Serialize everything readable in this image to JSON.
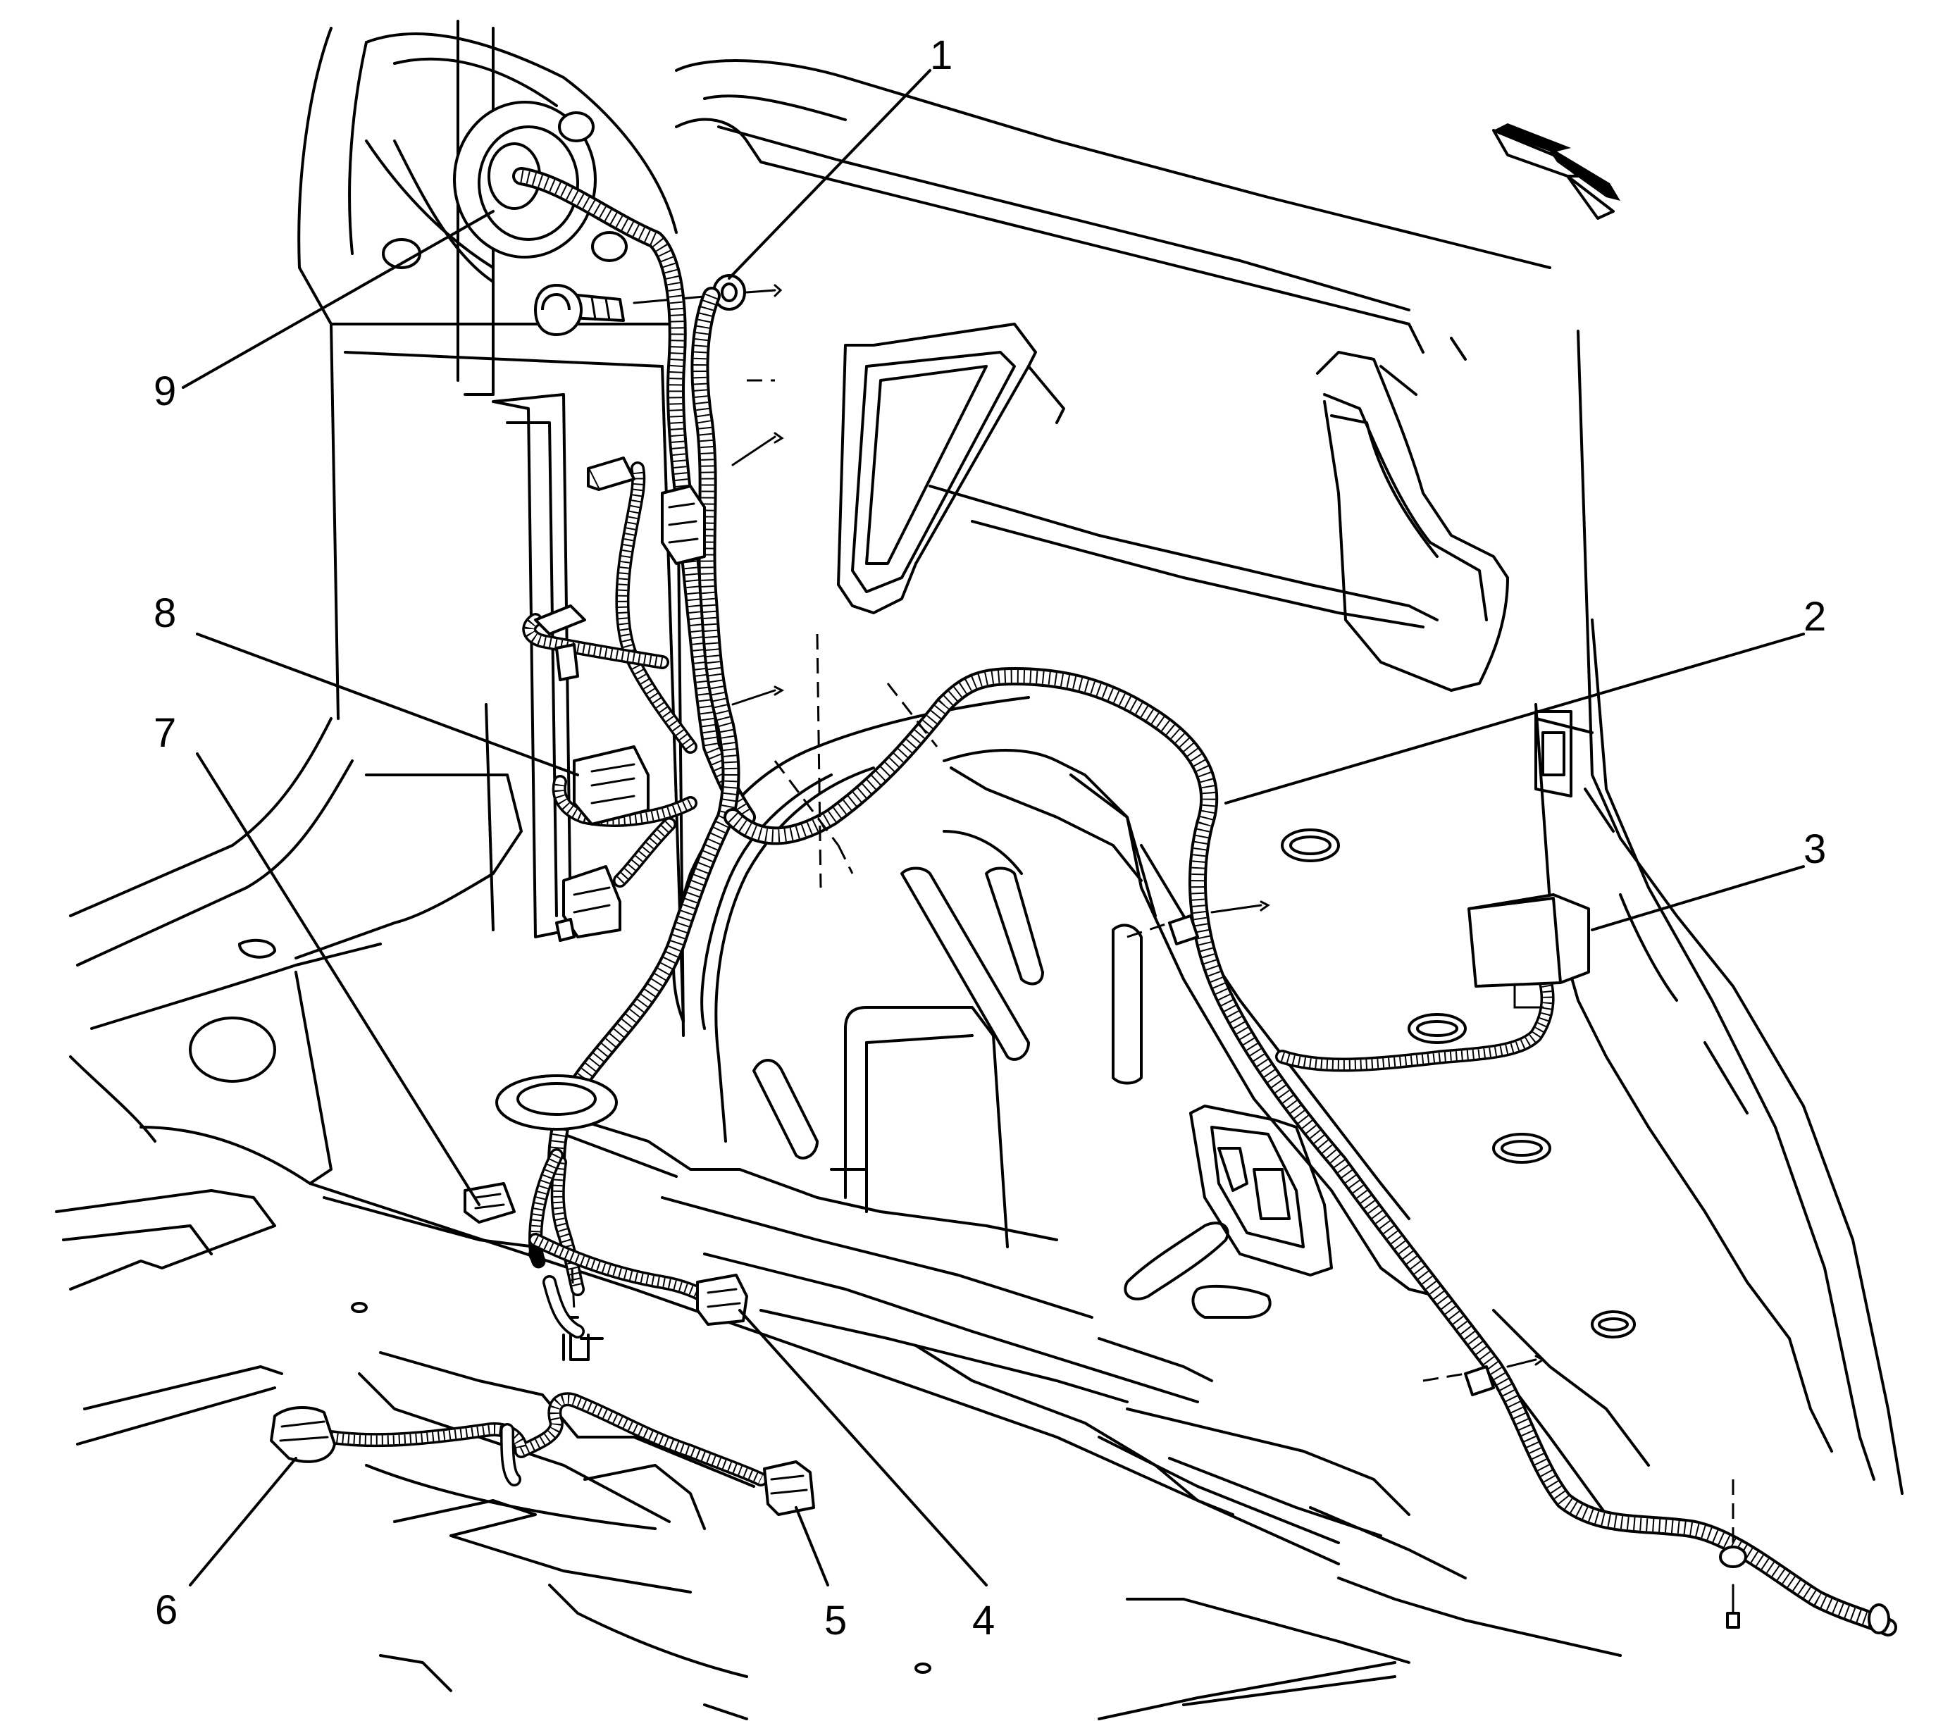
{
  "diagram": {
    "callouts": [
      {
        "id": "1",
        "label": "1"
      },
      {
        "id": "2",
        "label": "2"
      },
      {
        "id": "3",
        "label": "3"
      },
      {
        "id": "4",
        "label": "4"
      },
      {
        "id": "5",
        "label": "5"
      },
      {
        "id": "6",
        "label": "6"
      },
      {
        "id": "7",
        "label": "7"
      },
      {
        "id": "8",
        "label": "8"
      },
      {
        "id": "9",
        "label": "9"
      }
    ],
    "icons": {
      "direction_arrow": "forward-direction-arrow-icon"
    }
  }
}
